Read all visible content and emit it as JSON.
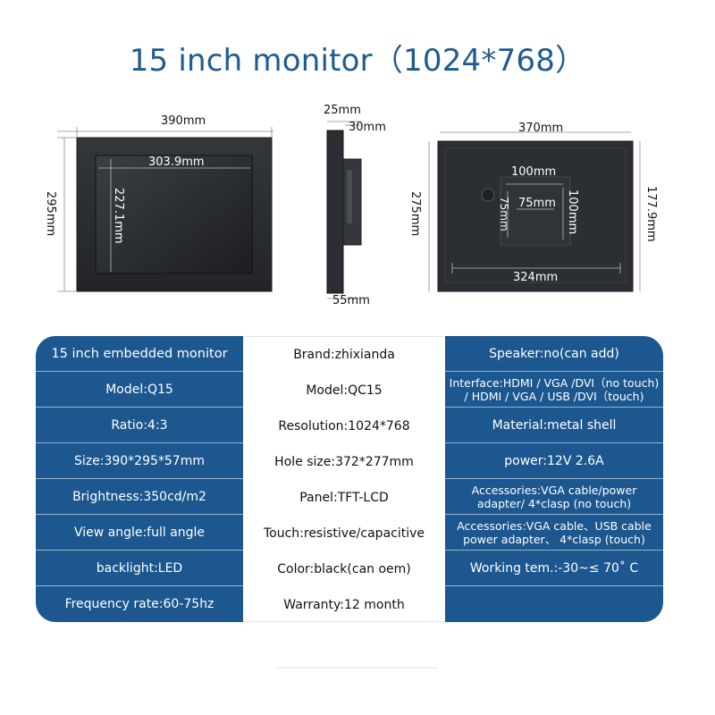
{
  "title": "15 inch monitor（1024*768）",
  "dimensions": {
    "front_width": "390mm",
    "front_height": "295mm",
    "screen_width": "303.9mm",
    "screen_height": "227.1mm",
    "side_depth_top": "25mm",
    "side_inner": "30mm",
    "side_depth_bottom": "55mm",
    "back_width": "370mm",
    "back_height": "275mm",
    "back_right": "177.9mm",
    "vesa_outer_w": "100mm",
    "vesa_inner_w": "75mm",
    "vesa_inner_h": "75mm",
    "vesa_outer_h": "100mm",
    "hole_span": "324mm"
  },
  "specs": {
    "left": [
      "15 inch embedded monitor",
      "Model:Q15",
      "Ratio:4:3",
      "Size:390*295*57mm",
      "Brightness:350cd/m2",
      "View angle:full angle",
      "backlight:LED",
      "Frequency rate:60-75hz"
    ],
    "middle": [
      "Brand:zhixianda",
      "Model:QC15",
      "Resolution:1024*768",
      "Hole size:372*277mm",
      "Panel:TFT-LCD",
      "Touch:resistive/capacitive",
      "Color:black(can oem)",
      "Warranty:12 month"
    ],
    "right": {
      "speaker": "Speaker:no(can add)",
      "interface_1": "Interface:HDMI / VGA /DVI（no touch)",
      "interface_2": "/ HDMI / VGA / USB /DVI（touch)",
      "material": "Material:metal shell",
      "power": "power:12V 2.6A",
      "acc1_1": "Accessories:VGA cable/power",
      "acc1_2": "adapter/ 4*clasp (no touch)",
      "acc2_1": "Accessories:VGA cable、USB cable",
      "acc2_2": "power adapter、 4*clasp (touch)",
      "working_temp": "Working tem.:-30~≤ 70˚ C"
    }
  },
  "colors": {
    "title_blue": "#1f5b8f",
    "panel_blue": "#1c578f",
    "device_dark": "#2a2d31"
  }
}
